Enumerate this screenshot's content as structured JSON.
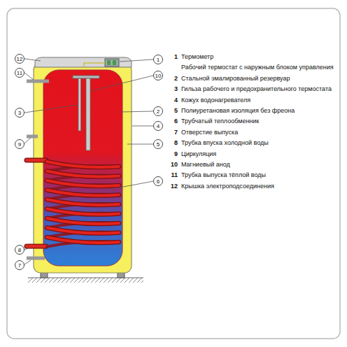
{
  "diagram": {
    "labels": [
      "12",
      "11",
      "3",
      "9",
      "8",
      "7",
      "1",
      "10",
      "2",
      "4",
      "5",
      "6",
      "1",
      "Термометр",
      "Рабочий термостат с наружным блоком управления",
      "2",
      "Стальной эмалированный резервуар",
      "3",
      "Гильза рабочего и предохранительного термостата",
      "4",
      "Кожух водонагревателя",
      "5",
      "Полиуретановая изоляция без фреона",
      "6",
      "Трубчатый теплообменник",
      "7",
      "Отверстие выпуска",
      "8",
      "Трубка впуска холодной воды",
      "9",
      "Циркуляция",
      "10",
      "Магниевый анод",
      "11",
      "Трубка выпуска тёплой воды",
      "12",
      "Крышка электроподсоединения"
    ]
  }
}
